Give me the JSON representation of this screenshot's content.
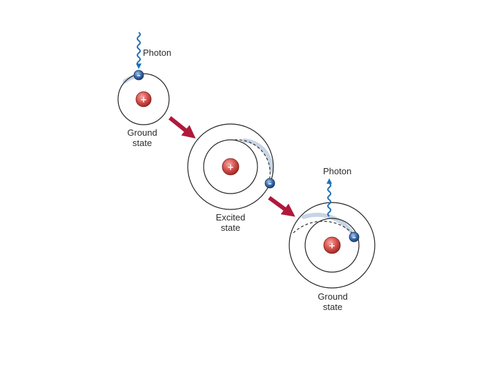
{
  "atoms": [
    {
      "label_line1": "Ground",
      "label_line2": "state"
    },
    {
      "label_line1": "Excited",
      "label_line2": "state"
    },
    {
      "label_line1": "Ground",
      "label_line2": "state"
    }
  ],
  "photons": [
    {
      "label": "Photon",
      "direction": "absorbed"
    },
    {
      "label": "Photon",
      "direction": "emitted"
    }
  ],
  "charges": {
    "nucleus": "+",
    "electron": "–"
  },
  "colors": {
    "orbit": "#222222",
    "nucleus_fill": "#d9534f",
    "electron_fill": "#3d6fb0",
    "transition_arrow": "#b0193b",
    "photon_wave": "#1f6fb8",
    "trail": "#c7d5e6"
  }
}
